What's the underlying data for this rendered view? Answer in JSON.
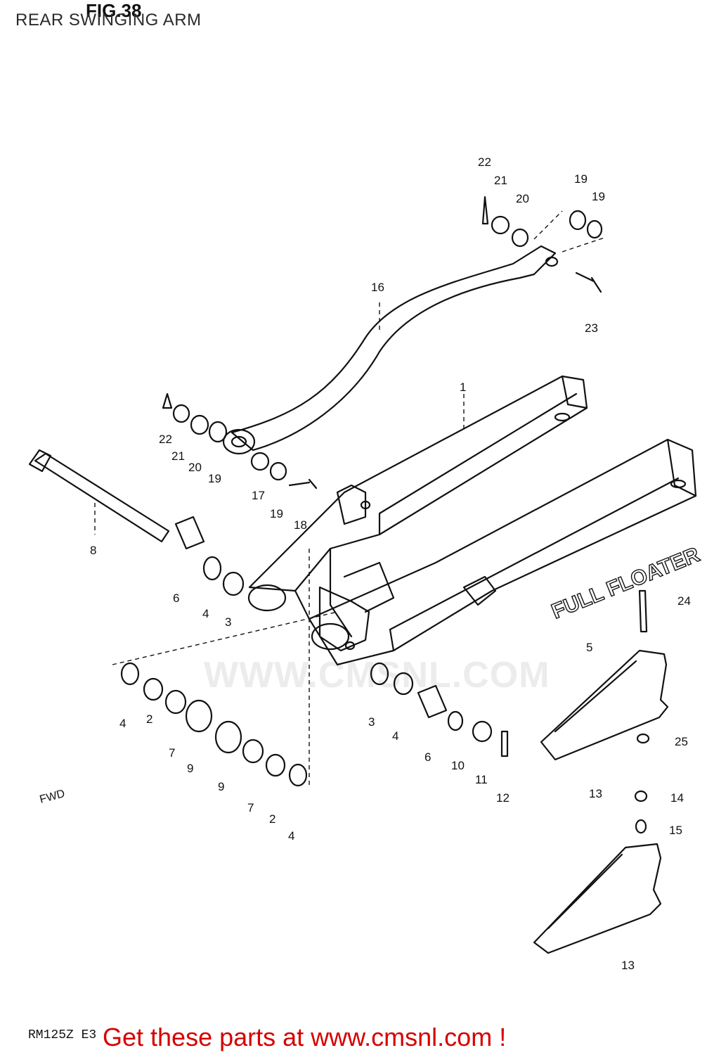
{
  "header": {
    "fig_label": "FIG.38",
    "title": "REAR SWINGING ARM"
  },
  "diagram": {
    "stamp_text": "FULL FLOATER",
    "watermark": "WWW.CMSNL.COM",
    "direction_mark": "FWD",
    "callouts": [
      "22",
      "21",
      "20",
      "19",
      "19",
      "16",
      "23",
      "1",
      "22",
      "21",
      "20",
      "19",
      "17",
      "19",
      "18",
      "8",
      "6",
      "4",
      "3",
      "24",
      "5",
      "25",
      "4",
      "2",
      "7",
      "9",
      "9",
      "7",
      "2",
      "4",
      "3",
      "4",
      "6",
      "10",
      "11",
      "12",
      "13",
      "14",
      "15",
      "13"
    ]
  },
  "footer": {
    "model_code": "RM125Z E3",
    "promo_text": "Get these parts at www.cmsnl.com !"
  },
  "colors": {
    "ink": "#111111",
    "promo": "#d60000",
    "watermark": "#ececec"
  }
}
